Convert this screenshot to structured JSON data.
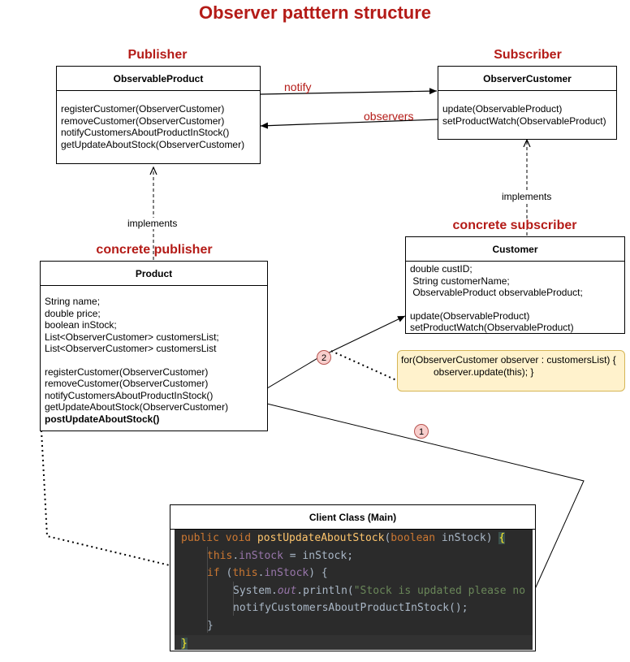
{
  "title": "Observer patttern structure",
  "sections": {
    "publisher": "Publisher",
    "subscriber": "Subscriber",
    "concrete_publisher": "concrete publisher",
    "concrete_subscriber": "concrete subscriber"
  },
  "observable_product": {
    "name": "ObservableProduct",
    "methods": [
      "registerCustomer(ObserverCustomer)",
      "removeCustomer(ObserverCustomer)",
      "notifyCustomersAboutProductInStock()",
      "getUpdateAboutStock(ObserverCustomer)"
    ]
  },
  "observer_customer": {
    "name": "ObserverCustomer",
    "methods": [
      "update(ObservableProduct)",
      "setProductWatch(ObservableProduct)"
    ]
  },
  "product": {
    "name": "Product",
    "fields": [
      "String name;",
      "double price;",
      "boolean inStock;",
      "List<ObserverCustomer> customersList;",
      "List<ObserverCustomer> customersList"
    ],
    "methods": [
      "registerCustomer(ObserverCustomer)",
      "removeCustomer(ObserverCustomer)",
      "notifyCustomersAboutProductInStock()",
      "getUpdateAboutStock(ObserverCustomer)",
      "postUpdateAboutStock()"
    ]
  },
  "customer": {
    "name": "Customer",
    "fields": [
      "double custID;",
      " String customerName;",
      " ObservableProduct observableProduct;"
    ],
    "methods": [
      "update(ObservableProduct)",
      "setProductWatch(ObservableProduct)"
    ]
  },
  "labels": {
    "notify": "notify",
    "observers": "observers",
    "implements_left": "implements",
    "implements_right": "implements",
    "badge1": "1",
    "badge2": "2"
  },
  "note": "for(ObserverCustomer observer : customersList) {\n            observer.update(this); }",
  "client": {
    "title": "Client  Class (Main)",
    "code": {
      "l1_kw": "public void ",
      "l1_fn": "postUpdateAboutStock",
      "l1_p1": "(",
      "l1_kw2": "boolean ",
      "l1_p2": "inStock) ",
      "l1_brace": "{",
      "l2_kw": "this",
      "l2_dot": ".",
      "l2_fld": "inStock",
      "l2_rest": " = inStock;",
      "l3_kw": "if ",
      "l3_p": "(",
      "l3_this": "this",
      "l3_dot": ".",
      "l3_fld": "inStock",
      "l3_rest": ") {",
      "l4_a": "System.",
      "l4_out": "out",
      "l4_b": ".println(",
      "l4_str": "\"Stock is updated please no",
      "l5": "notifyCustomersAboutProductInStock();",
      "l6": "}",
      "l7": "}"
    }
  }
}
